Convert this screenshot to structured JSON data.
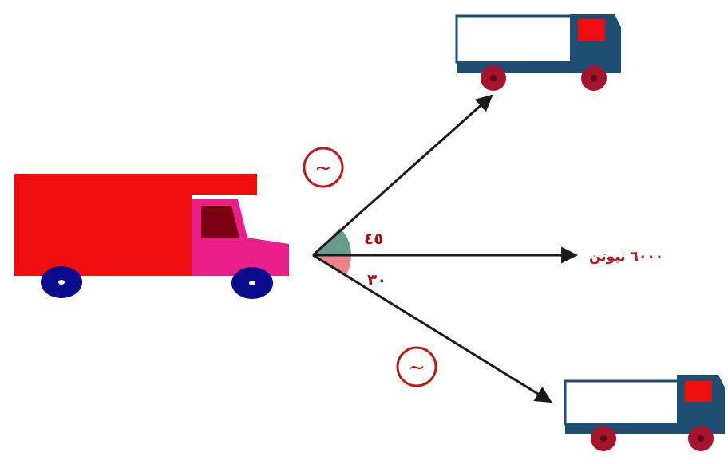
{
  "upper_angle_label": "٤٥",
  "lower_angle_label": "٣٠",
  "resultant_force_label": "٦٠٠٠ نيوتن",
  "upper_unknown_symbol": "~",
  "lower_unknown_symbol": "~",
  "colors": {
    "main_truck_body": "#ee0e0e",
    "main_truck_cab": "#ea1f8a",
    "main_truck_window": "#7a0010",
    "main_truck_wheel": "#0a0a8c",
    "tow_truck_box": "#ffffff",
    "tow_truck_chassis": "#1f4e73",
    "tow_truck_cab_window": "#ee0e0e",
    "tow_truck_wheel": "#a4142c",
    "arrow": "#1a1a1a",
    "upper_angle_fill": "#4f8a78",
    "lower_angle_fill": "#e7787a",
    "label_red": "#c01818"
  }
}
